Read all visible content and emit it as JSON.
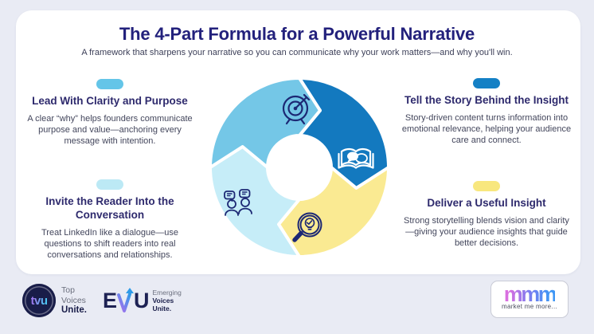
{
  "page": {
    "title": "The 4-Part Formula for a Powerful Narrative",
    "subtitle": "A framework that sharpens your narrative so you can communicate why your work matters—and why you'll win."
  },
  "sections": {
    "lead": {
      "heading": "Lead With Clarity and Purpose",
      "body": "A clear “why” helps founders communicate purpose and value—anchoring every message with intention.",
      "accent": "#64C5E8"
    },
    "story": {
      "heading": "Tell the Story Behind the Insight",
      "body": "Story-driven content turns information into emotional relevance, helping your audience care and connect.",
      "accent": "#1480C5"
    },
    "invite": {
      "heading": "Invite the Reader Into the Conversation",
      "body": "Treat LinkedIn like a dialogue—use questions to shift readers into real conversations and relationships.",
      "accent": "#BCE9F5"
    },
    "deliver": {
      "heading": "Deliver a Useful Insight",
      "body": "Strong storytelling blends vision and clarity—giving your audience insights that guide better decisions.",
      "accent": "#F8E77E"
    }
  },
  "diagram": {
    "type": "cycle",
    "flow": "clockwise",
    "segments": [
      {
        "step": "clarity",
        "icon": "target-icon",
        "color": "#74C7E7",
        "icon_color": "#1C2874"
      },
      {
        "step": "story",
        "icon": "book-chat-icon",
        "color": "#1379BF",
        "icon_color": "#FFFFFF"
      },
      {
        "step": "insight",
        "icon": "magnifier-bulb-icon",
        "color": "#FAEA92",
        "icon_color": "#1C2874"
      },
      {
        "step": "conversation",
        "icon": "people-chat-icon",
        "color": "#C6EDF8",
        "icon_color": "#1C2874"
      }
    ]
  },
  "footer": {
    "tvu": {
      "abbr": "tvu",
      "line1": "Top",
      "line2": "Voices",
      "line3": "Unite."
    },
    "evu": {
      "e": "E",
      "u": "U",
      "line1": "Emerging",
      "line2": "Voices",
      "line3": "Unite."
    },
    "mmm": {
      "logo": "mmm",
      "caption": "market me more..."
    }
  },
  "colors": {
    "background": "#E9EBF4",
    "card": "#FFFFFF",
    "title": "#23217C",
    "heading": "#2E2A6D",
    "body_text": "#43465C",
    "navy_brand": "#191D49"
  }
}
